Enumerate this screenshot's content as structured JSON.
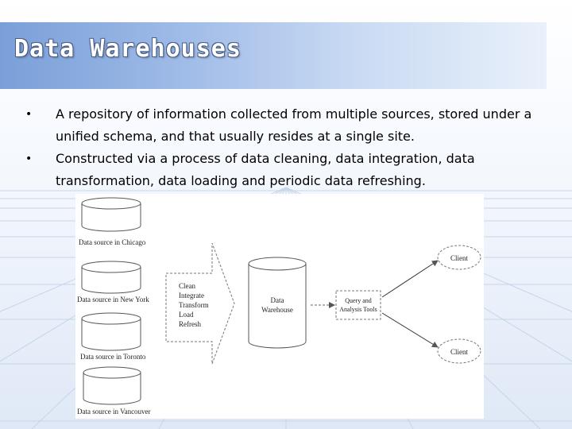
{
  "slide": {
    "title": "Data Warehouses",
    "bullets": [
      "A repository of information collected from multiple sources, stored under a unified schema, and that usually resides at a single site.",
      "Constructed via a process of data cleaning, data integration, data transformation, data loading and periodic data refreshing."
    ]
  },
  "diagram": {
    "sources": [
      "Data source in Chicago",
      "Data source in New York",
      "Data source in Toronto",
      "Data source in Vancouver"
    ],
    "process_steps": [
      "Clean",
      "Integrate",
      "Transform",
      "Load",
      "Refresh"
    ],
    "warehouse": [
      "Data",
      "Warehouse"
    ],
    "tools": [
      "Query and",
      "Analysis Tools"
    ],
    "clients": [
      "Client",
      "Client"
    ]
  },
  "colors": {
    "title_band_start": "#7a9fd8",
    "title_band_end": "#e9f1fb",
    "grid_lines": "#c6d4ea",
    "diagram_lines": "#555555"
  }
}
